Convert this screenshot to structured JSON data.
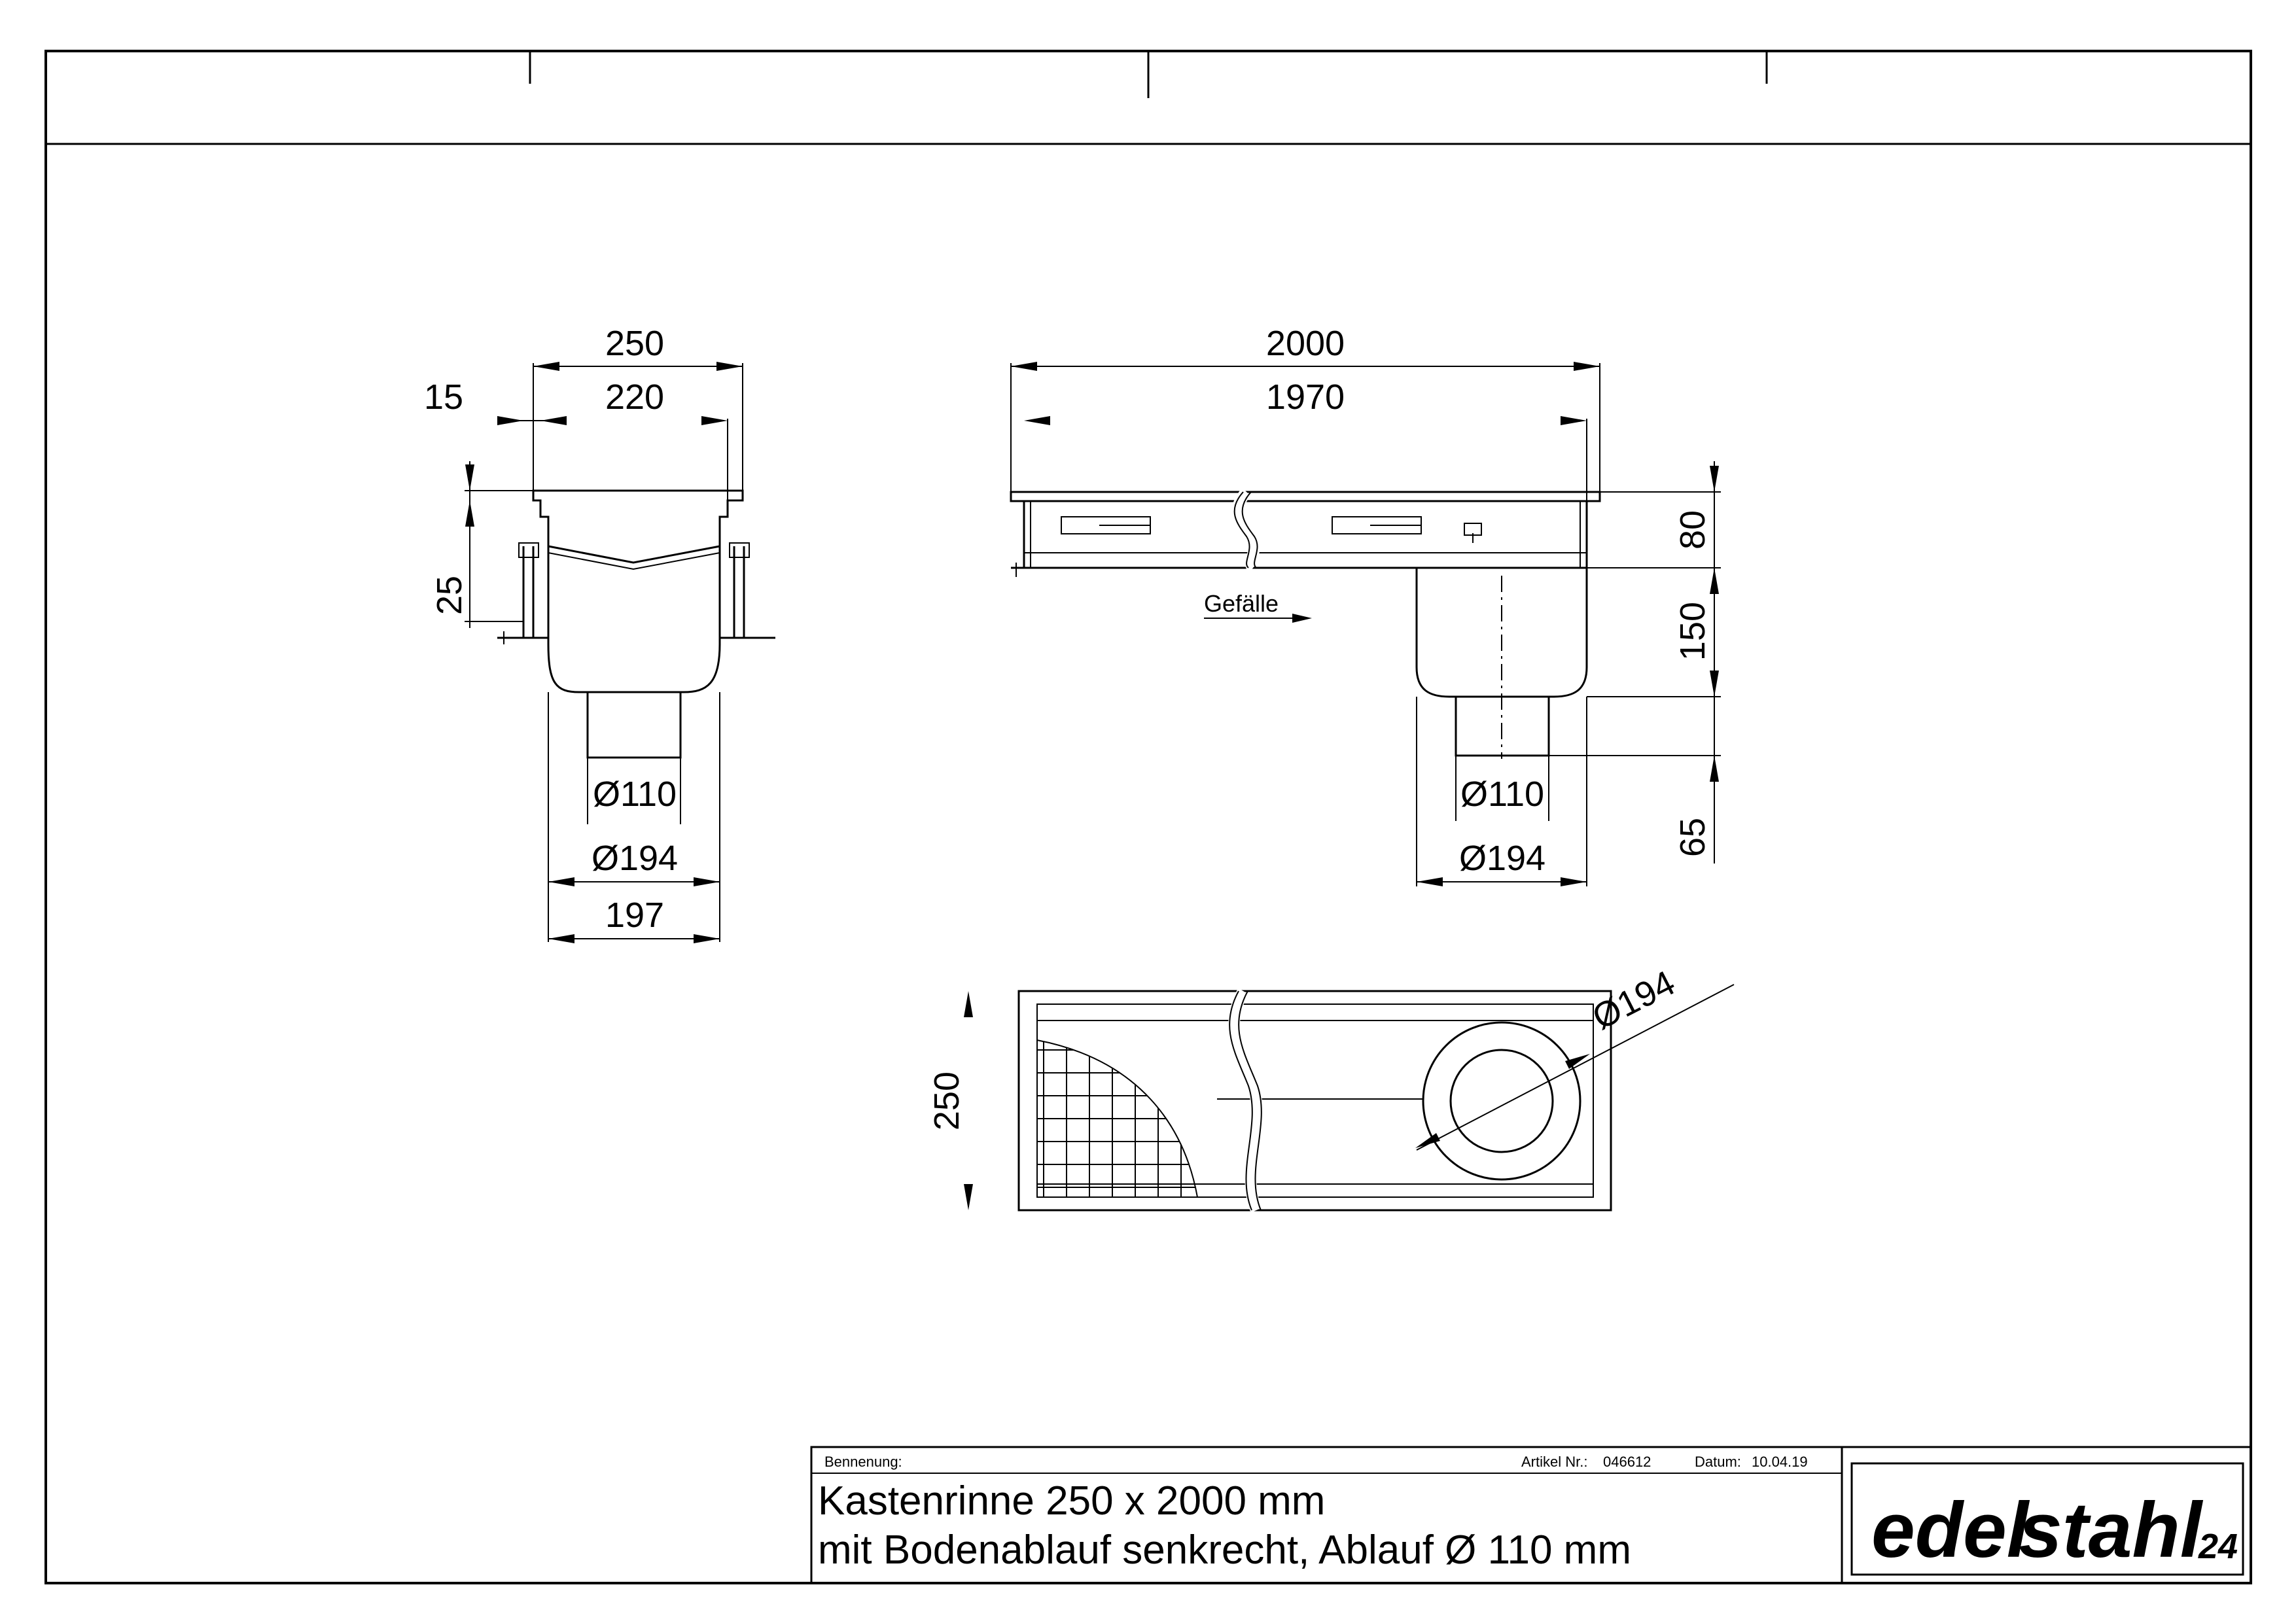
{
  "side_view": {
    "width_outer": "250",
    "width_inner": "220",
    "flange": "15",
    "depth_offset": "25",
    "outlet_dia": "Ø110",
    "body_dia": "Ø194",
    "body_width": "197"
  },
  "front_view": {
    "length_outer": "2000",
    "length_inner": "1970",
    "height_channel": "80",
    "height_body": "150",
    "height_outlet": "65",
    "outlet_dia": "Ø110",
    "body_dia": "Ø194",
    "slope_label": "Gefälle"
  },
  "top_view": {
    "width": "250",
    "body_dia": "Ø194"
  },
  "title_block": {
    "designation_label": "Bennenung:",
    "article_label": "Artikel Nr.:",
    "article_no": "046612",
    "date_label": "Datum:",
    "date": "10.04.19",
    "title_line1": "Kastenrinne 250 x 2000 mm",
    "title_line2": "mit Bodenablauf senkrecht, Ablauf Ø 110 mm"
  },
  "logo": {
    "part1": "edel",
    "part2": "stahl",
    "part3": "24",
    "color_primary": "#e8632b",
    "color_secondary": "#1f6fb5"
  }
}
